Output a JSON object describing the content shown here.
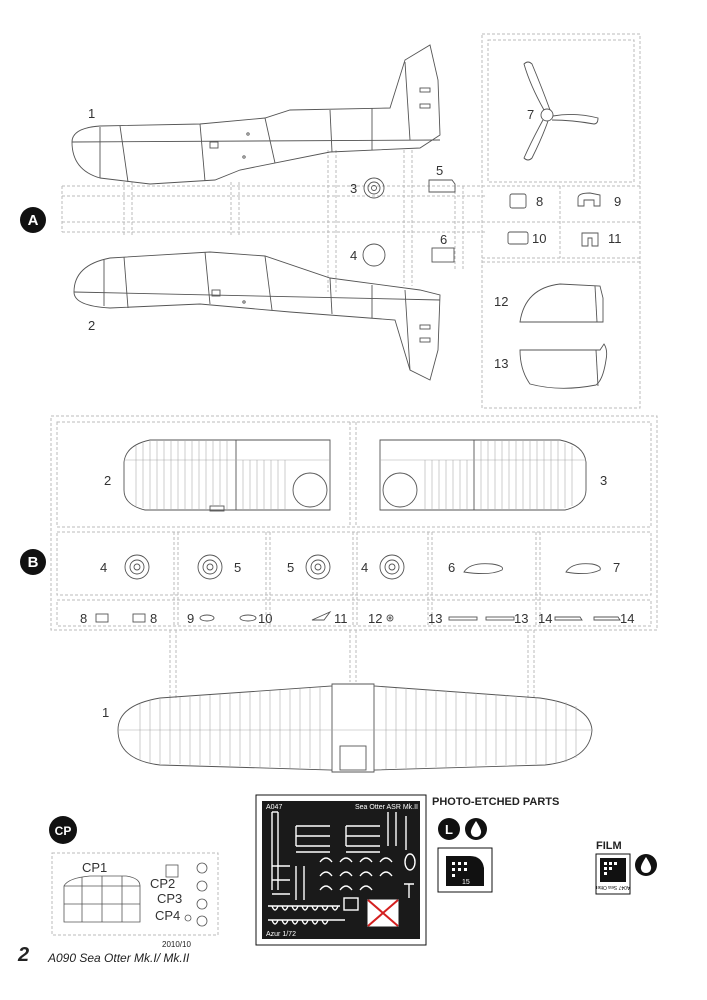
{
  "sections": {
    "A": {
      "badge": "A",
      "labels": [
        "1",
        "2",
        "3",
        "4",
        "5",
        "6",
        "7",
        "8",
        "9",
        "10",
        "11",
        "12",
        "13"
      ]
    },
    "B": {
      "badge": "B",
      "labels": [
        "1",
        "2",
        "3",
        "4",
        "5",
        "5",
        "4",
        "6",
        "7",
        "8",
        "8",
        "9",
        "10",
        "11",
        "12",
        "13",
        "13",
        "14",
        "14"
      ]
    },
    "CP": {
      "badge": "CP",
      "labels": [
        "CP1",
        "CP2",
        "CP3",
        "CP4"
      ]
    }
  },
  "photo_etched": {
    "title": "PHOTO-ETCHED PARTS",
    "fret_code": "A047",
    "fret_name": "Sea Otter ASR Mk.II",
    "fret_scale": "Azur 1/72",
    "badge": "L",
    "part_15": "15"
  },
  "film": {
    "title": "FILM",
    "sheet_text": "A047 Sea Otter"
  },
  "footer": {
    "page_number": "2",
    "title": "A090 Sea Otter Mk.I/ Mk.II",
    "date": "2010/10"
  },
  "colors": {
    "badge_bg": "#111111",
    "line": "#555555",
    "dash": "#bbbbbb"
  }
}
